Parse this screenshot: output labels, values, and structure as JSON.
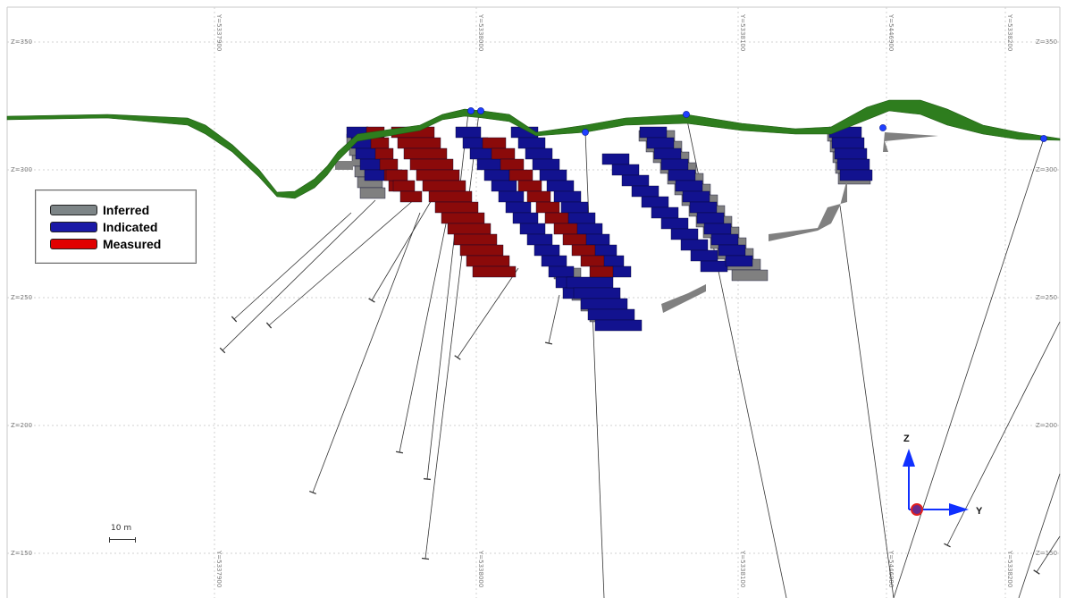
{
  "viewer": {
    "z_labels": [
      "Z=350",
      "Z=300",
      "Z=250",
      "Z=200",
      "Z=150"
    ],
    "y_labels": [
      "Y=5337900",
      "Y=5338000",
      "Y=5338100",
      "Y=5446900",
      "Y=5338200"
    ],
    "y_labels_bottom": [
      "Y=5337900",
      "Y=5338000",
      "Y=5338100",
      "Y=5446900",
      "Y=5338200"
    ]
  },
  "legend": {
    "items": [
      {
        "label": "Inferred",
        "color": "#7d8587"
      },
      {
        "label": "Indicated",
        "color": "#1a19a6"
      },
      {
        "label": "Measured",
        "color": "#e00000"
      }
    ]
  },
  "scale_bar": {
    "label": "10 m"
  },
  "axes_triad": {
    "up_label": "Z",
    "right_label": "Y"
  },
  "colors": {
    "measured_block": "#8b0a0a",
    "indicated_block": "#12128f",
    "inferred_block": "#808080",
    "topography": "#2e7d1e",
    "drillhole": "#333333",
    "collar": "#1f3fff"
  }
}
